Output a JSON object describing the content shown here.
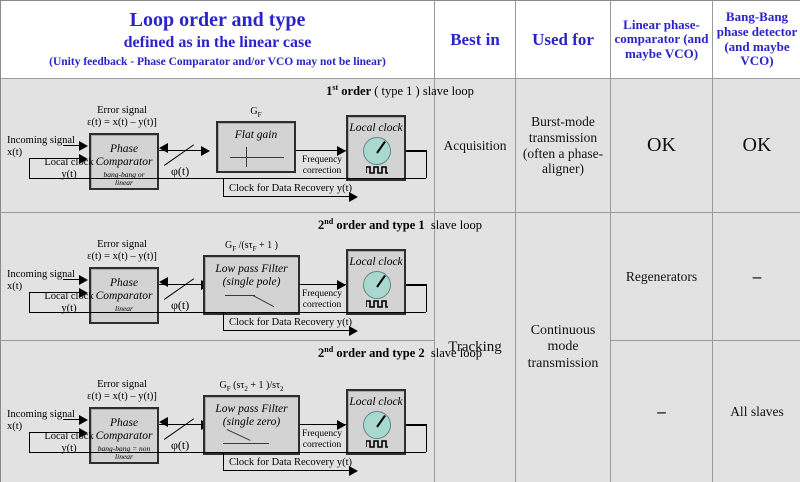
{
  "header": {
    "title_line1": "Loop order and type",
    "title_line2": "defined as in the linear case",
    "title_line3": "(Unity feedback  - Phase Comparator and/or VCO may not be linear)",
    "col_best_in": "Best in",
    "col_used_for": "Used for",
    "col_linear": "Linear phase-comparator (and maybe VCO)",
    "col_bangbang": "Bang-Bang phase detector (and maybe VCO)"
  },
  "rows": [
    {
      "title_order": "1",
      "title_sup": "st",
      "title_rest": "order ( type 1 ) slave loop",
      "error_label_l1": "Error signal",
      "error_label_l2": "ε(t) = x(t) – y(t)]",
      "incoming_l1": "Incoming signal",
      "incoming_l2": "x(t)",
      "localclock_l1": "Local clock",
      "localclock_l2": "y(t)",
      "comparator_l1": "Phase",
      "comparator_l2": "Comparator",
      "comparator_sub": "bang-bang or linear",
      "phi": "φ(t)",
      "filter_eq": "G_F",
      "filter_l1": "Flat gain",
      "filter_l2": "",
      "freq_l1": "Frequency",
      "freq_l2": "correction",
      "clock_label": "Local clock",
      "recovery": "Clock for Data Recovery y(t)",
      "best_in": "Acquisition",
      "used_for": "Burst-mode transmission (often a phase-aligner)",
      "linear": "OK",
      "bangbang": "OK"
    },
    {
      "title_order": "2",
      "title_sup": "nd",
      "title_rest": "order and type 1   slave loop",
      "error_label_l1": "Error signal",
      "error_label_l2": "ε(t) = x(t) – y(t)]",
      "incoming_l1": "Incoming signal",
      "incoming_l2": "x(t)",
      "localclock_l1": "Local clock",
      "localclock_l2": "y(t)",
      "comparator_l1": "Phase",
      "comparator_l2": "Comparator",
      "comparator_sub": "linear",
      "phi": "φ(t)",
      "filter_eq": "G_F /(sτ_F + 1 )",
      "filter_l1": "Low pass Filter",
      "filter_l2": "(single pole)",
      "freq_l1": "Frequency",
      "freq_l2": "correction",
      "clock_label": "Local clock",
      "recovery": "Clock for Data Recovery y(t)",
      "best_in": "Tracking",
      "used_for": "Continuous mode transmission",
      "linear": "Regenerators",
      "bangbang": "–"
    },
    {
      "title_order": "2",
      "title_sup": "nd",
      "title_rest": "order and  type 2  slave loop",
      "error_label_l1": "Error signal",
      "error_label_l2": "ε(t) = x(t) – y(t)]",
      "incoming_l1": "Incoming signal",
      "incoming_l2": "x(t)",
      "localclock_l1": "Local clock",
      "localclock_l2": "y(t)",
      "comparator_l1": "Phase",
      "comparator_l2": "Comparator",
      "comparator_sub": "bang-bang = non linear",
      "phi": "φ(t)",
      "filter_eq": "G_F (sτ_2 + 1 )/sτ_2",
      "filter_l1": "Low pass Filter",
      "filter_l2": "(single zero)",
      "freq_l1": "Frequency",
      "freq_l2": "correction",
      "clock_label": "Local clock",
      "recovery": "Clock for Data Recovery y(t)",
      "best_in": "",
      "used_for": "",
      "linear": "–",
      "bangbang": "All  slaves"
    }
  ],
  "colors": {
    "header_text": "#2a24c8",
    "cell_bg": "#e2e2e2",
    "block_bg": "#d3d3d3",
    "clock_icon": "#a8d8d0",
    "grid": "#9a9a9a"
  }
}
